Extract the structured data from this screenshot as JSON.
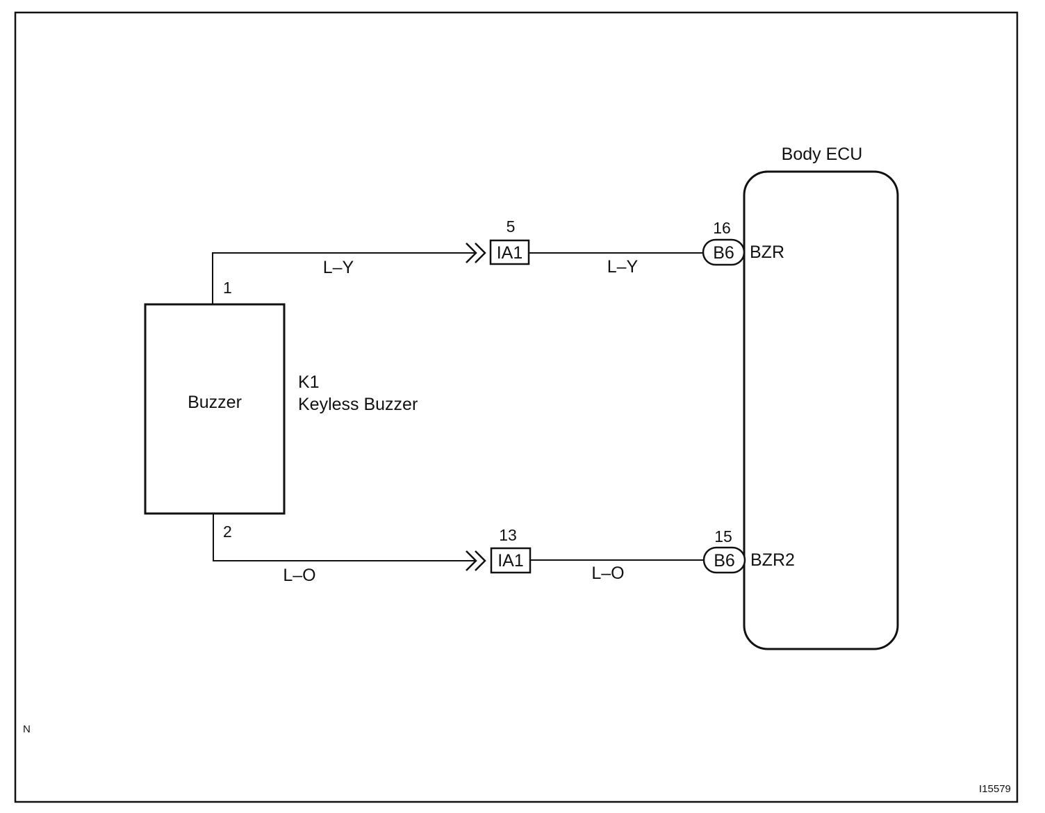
{
  "buzzer": {
    "label": "Buzzer",
    "code": "K1",
    "name": "Keyless Buzzer",
    "pin_top": "1",
    "pin_bottom": "2"
  },
  "ecu": {
    "title": "Body ECU"
  },
  "wires": {
    "top": {
      "color_left": "L–Y",
      "color_right": "L–Y",
      "junction_label": "IA1",
      "junction_pin": "5",
      "ecu_connector": "B6",
      "ecu_pin": "16",
      "terminal": "BZR"
    },
    "bottom": {
      "color_left": "L–O",
      "color_right": "L–O",
      "junction_label": "IA1",
      "junction_pin": "13",
      "ecu_connector": "B6",
      "ecu_pin": "15",
      "terminal": "BZR2"
    }
  },
  "corner_mark": "N",
  "figure_id": "I15579"
}
